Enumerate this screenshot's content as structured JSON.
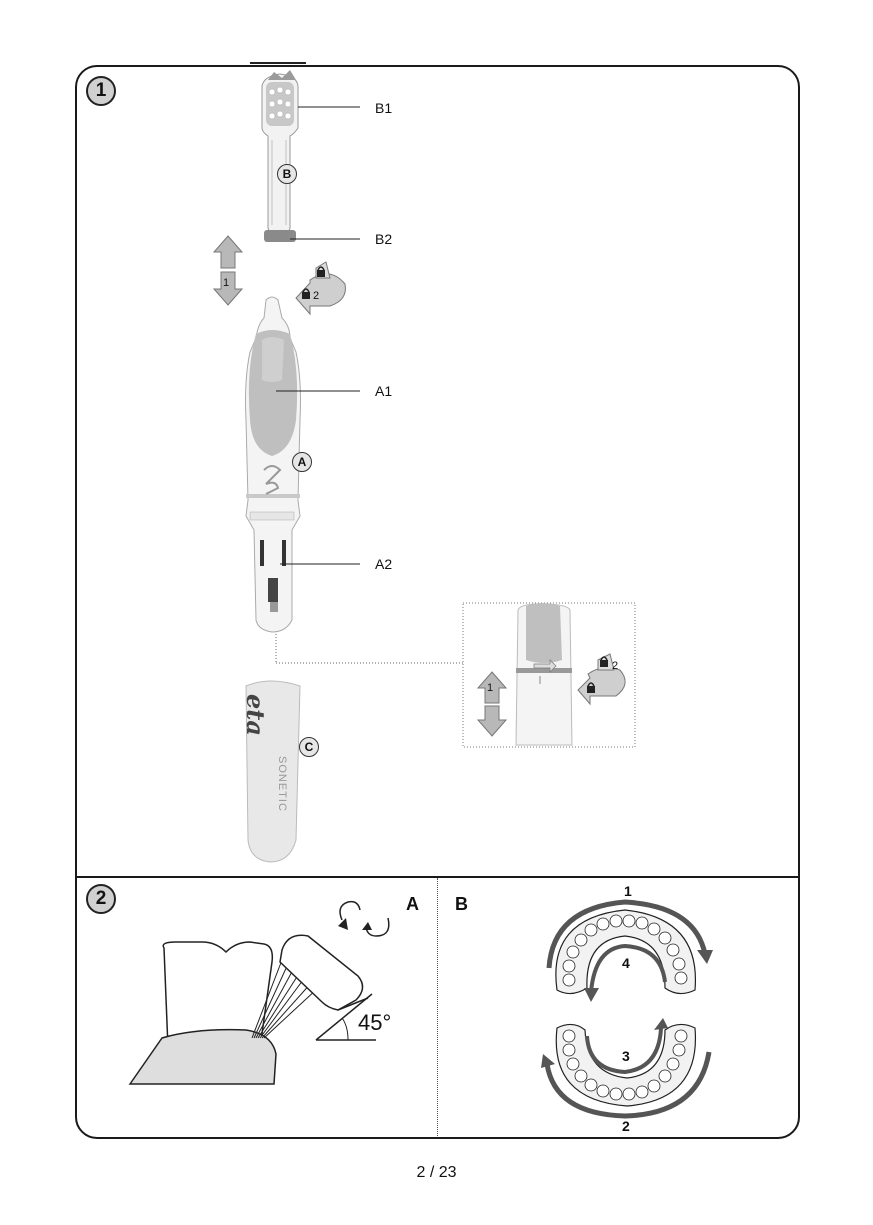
{
  "section1": {
    "badge": "1",
    "labels": {
      "b1": "B1",
      "b2": "B2",
      "a1": "A1",
      "a2": "A2"
    },
    "parts": {
      "b": "B",
      "a": "A",
      "c": "C"
    },
    "arrows": {
      "push_step": "1",
      "lock_step": "2"
    },
    "inset": {
      "push_step": "1",
      "lock_step": "2"
    },
    "case_brand": "eta",
    "case_model": "SONETIC"
  },
  "section2": {
    "badge": "2",
    "panel_a": {
      "label": "A",
      "angle": "45°"
    },
    "panel_b": {
      "label": "B",
      "steps": [
        "1",
        "2",
        "3",
        "4"
      ]
    }
  },
  "footer": {
    "page": "2 / 23"
  },
  "colors": {
    "frame": "#1a1a1a",
    "handle_grip": "#bfbfbf",
    "arrow_gray": "#a8a8a8",
    "dark_arrow": "#555555"
  }
}
